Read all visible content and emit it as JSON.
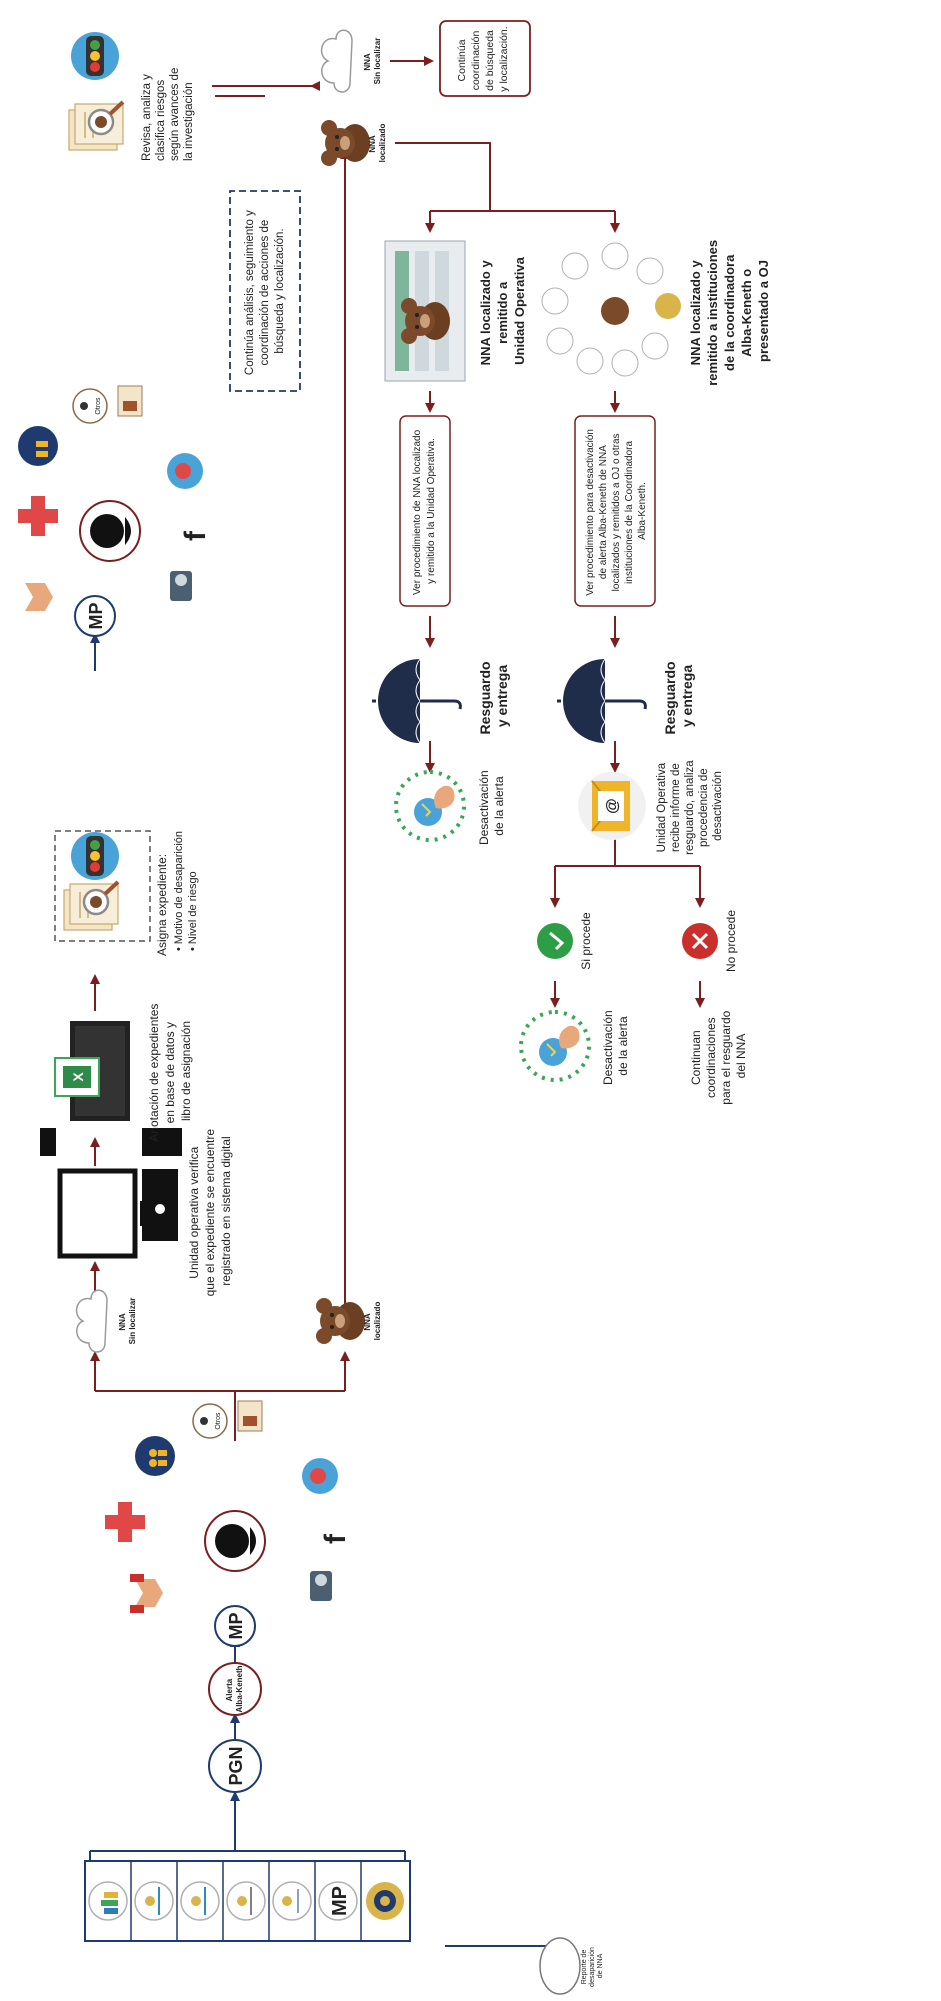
{
  "colors": {
    "flow_arrow": "#7a1f1f",
    "navy": "#1e3a6e",
    "dashed_box": "#243a63",
    "teal_circle": "#5aa9d6",
    "umbrella": "#1f2c4a",
    "check_green": "#2e9e46",
    "cross_red": "#c9302c",
    "dots_green": "#3aa657",
    "bear_brown": "#7a4a2a"
  },
  "start": {
    "label_lines": [
      "Reporte de",
      "desaparición",
      "de NNA"
    ]
  },
  "institutions": {
    "logos": [
      "PNC",
      "MP",
      "institution-3",
      "institution-4",
      "institution-5",
      "institution-6",
      "institution-7"
    ],
    "mp_text": "MP"
  },
  "pgn": {
    "text": "PGN"
  },
  "alerta": {
    "text_lines": [
      "Alerta",
      "Alba-Keneth"
    ]
  },
  "hub_icons": {
    "mp_text": "MP",
    "facebook": "f",
    "otros": "Otros"
  },
  "branch1": {
    "sin_localizar": [
      "NNA",
      "Sin localizar"
    ],
    "localizado": [
      "NNA",
      "localizado"
    ]
  },
  "step_verify": {
    "text_lines": [
      "Unidad operativa verifica",
      "que el expediente se encuentre",
      "registrado en sistema digital"
    ]
  },
  "step_annotate": {
    "text_lines": [
      "Anotación de expedientes",
      "en base de datos y",
      "libro de asignación"
    ]
  },
  "step_assign": {
    "title": "Asigna expediente:",
    "bullets": [
      "Motivo de desaparición",
      "Nivel de riesgo"
    ]
  },
  "continue_box": {
    "text_lines": [
      "Continúa análisis, seguimiento y",
      "coordinación de acciones de",
      "búsqueda y localización."
    ]
  },
  "review": {
    "text_lines": [
      "Revisa, analiza y",
      "clasifica riesgos",
      "según avances de",
      "la investigación"
    ]
  },
  "branch2": {
    "sin_localizar": [
      "NNA",
      "Sin localizar"
    ],
    "localizado": [
      "NNA",
      "localizado"
    ],
    "continue_text": [
      "Continúa",
      "coordinación",
      "de búsqueda",
      "y localización."
    ]
  },
  "path_a": {
    "title_lines": [
      "NNA localizado y",
      "remitido a",
      "Unidad Operativa"
    ],
    "procedure_lines": [
      "Ver procedimiento de NNA localizado",
      "y remitido a la Unidad Operativa."
    ],
    "resguardo": [
      "Resguardo",
      "y entrega"
    ],
    "deactivation": [
      "Desactivación",
      "de la alerta"
    ]
  },
  "path_b": {
    "title_lines": [
      "NNA localizado y",
      "remitido a instituciones",
      "de la coordinadora",
      "Alba-Keneth o",
      "presentado a OJ"
    ],
    "procedure_lines": [
      "Ver procedimiento para desactivación",
      "de alerta Alba-Keneth de NNA",
      "localizados y remitidos a OJ o otras",
      "instituciones de la Coordinadora",
      "Alba-Keneth."
    ],
    "resguardo": [
      "Resguardo",
      "y entrega"
    ],
    "report_lines": [
      "Unidad Operativa",
      "recibe informe de",
      "resguardo, analiza",
      "procedencia de",
      "desactivación"
    ],
    "email_symbol": "@",
    "si_procede": "Si procede",
    "no_procede": "No procede",
    "deactivation": [
      "Desactivación",
      "de la alerta"
    ],
    "continue_lines": [
      "Continuan",
      "coordinaciones",
      "para el resguardo",
      "del NNA"
    ]
  }
}
